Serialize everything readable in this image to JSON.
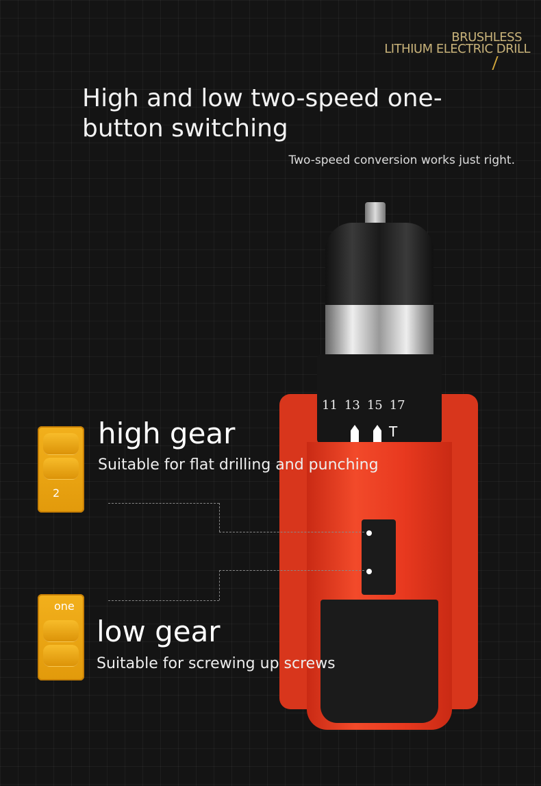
{
  "brand": {
    "line1": "BRUSHLESS",
    "line2": "LITHIUM ELECTRIC DRILL"
  },
  "title": "High and low two-speed one-button switching",
  "subtitle": "Two-speed conversion works just right.",
  "gears": [
    {
      "name": "high gear",
      "description": "Suitable for flat drilling and punching",
      "switch_label": "2"
    },
    {
      "name": "low gear",
      "description": "Suitable for screwing up screws",
      "switch_label": "one"
    }
  ],
  "drill": {
    "torque_marks": [
      "11",
      "13",
      "15",
      "17"
    ],
    "mode_label": "T"
  },
  "colors": {
    "accent": "#c9b37a",
    "body": "#e8391f",
    "switch": "#f0a812"
  }
}
